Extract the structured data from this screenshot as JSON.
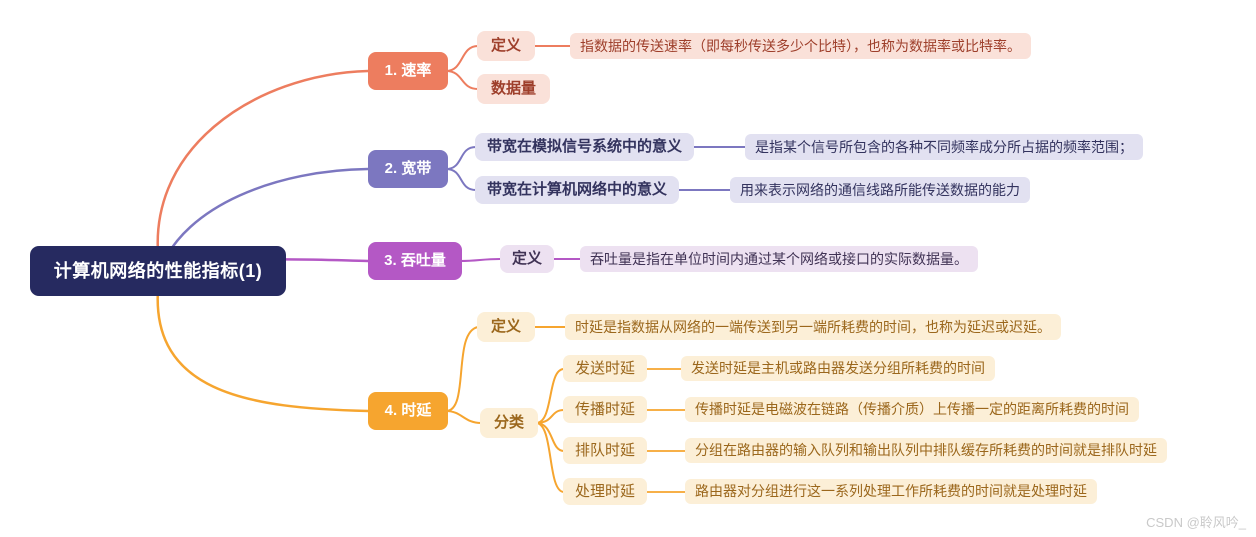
{
  "root": {
    "label": "计算机网络的性能指标(1)",
    "bg": "#262a60",
    "text_color": "#ffffff"
  },
  "branches": [
    {
      "label": "1. 速率",
      "color": "#ed7d5f",
      "child_bg": "#fae1d9",
      "child_text": "#9e3f2b",
      "children": [
        {
          "label": "定义",
          "desc": "指数据的传送速率（即每秒传送多少个比特），也称为数据率或比特率。"
        },
        {
          "label": "数据量"
        }
      ]
    },
    {
      "label": "2. 宽带",
      "color": "#7c77c0",
      "child_bg": "#e2e1f1",
      "child_text": "#33335e",
      "children": [
        {
          "label": "带宽在模拟信号系统中的意义",
          "desc": "是指某个信号所包含的各种不同频率成分所占据的频率范围；"
        },
        {
          "label": "带宽在计算机网络中的意义",
          "desc": "用来表示网络的通信线路所能传送数据的能力"
        }
      ]
    },
    {
      "label": "3. 吞吐量",
      "color": "#b458c5",
      "child_bg": "#ede1f1",
      "child_text": "#403254",
      "children": [
        {
          "label": "定义",
          "desc": "吞吐量是指在单位时间内通过某个网络或接口的实际数据量。"
        }
      ]
    },
    {
      "label": "4. 时延",
      "color": "#f6a52f",
      "child_bg": "#fcefd7",
      "child_text": "#9b671c",
      "children": [
        {
          "label": "定义",
          "desc": "时延是指数据从网络的一端传送到另一端所耗费的时间，也称为延迟或迟延。"
        },
        {
          "label": "分类",
          "subchildren": [
            {
              "label": "发送时延",
              "desc": "发送时延是主机或路由器发送分组所耗费的时间"
            },
            {
              "label": "传播时延",
              "desc": "传播时延是电磁波在链路（传播介质）上传播一定的距离所耗费的时间"
            },
            {
              "label": "排队时延",
              "desc": "分组在路由器的输入队列和输出队列中排队缓存所耗费的时间就是排队时延"
            },
            {
              "label": "处理时延",
              "desc": "路由器对分组进行这一系列处理工作所耗费的时间就是处理时延"
            }
          ]
        }
      ]
    }
  ],
  "watermark": {
    "text": "CSDN @聆风吟_"
  }
}
